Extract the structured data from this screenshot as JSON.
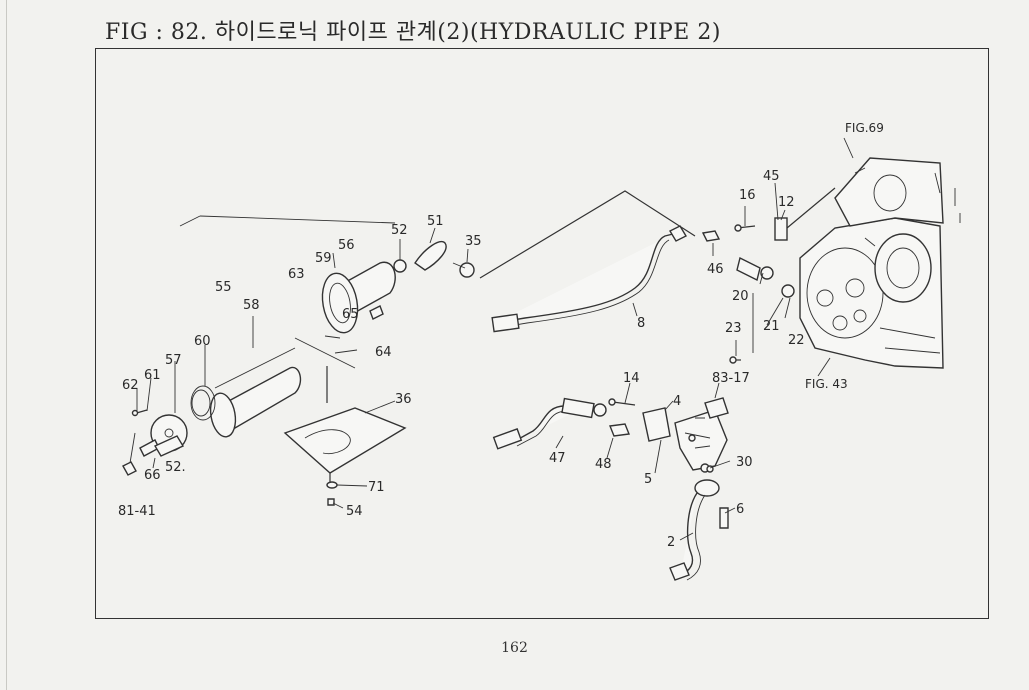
{
  "title": "FIG : 82. 하이드로닉 파이프 관계(2)(HYDRAULIC PIPE 2)",
  "page_number": "162",
  "figure_refs": [
    "FIG.69",
    "FIG. 43"
  ],
  "callouts": [
    "45",
    "16",
    "12",
    "46",
    "20",
    "21",
    "22",
    "23",
    "83-17",
    "52",
    "51",
    "35",
    "8",
    "56",
    "59",
    "63",
    "55",
    "58",
    "65",
    "64",
    "60",
    "57",
    "61",
    "62",
    "66",
    "52.",
    "81-41",
    "36",
    "71",
    "54",
    "14",
    "4",
    "47",
    "48",
    "5",
    "30",
    "6",
    "2"
  ]
}
